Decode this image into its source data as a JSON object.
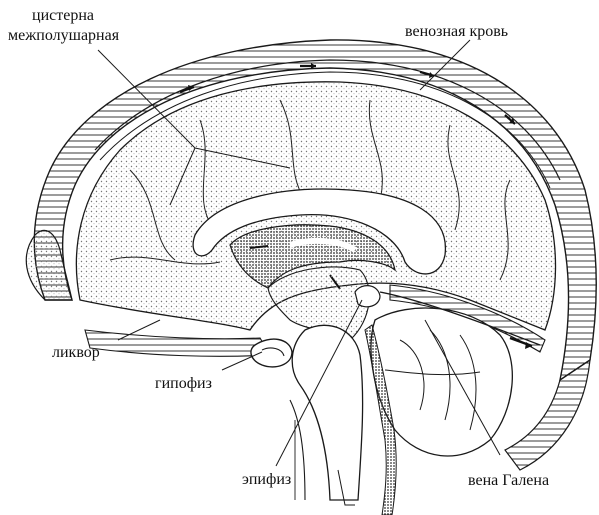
{
  "labels": {
    "cistern_line1": "цистерна",
    "cistern_line2": "межполушарная",
    "venous_blood": "венозная кровь",
    "liquor": "ликвор",
    "hypophysis": "гипофиз",
    "epiphysis": "эпифиз",
    "galen_vein": "вена Галена"
  },
  "colors": {
    "ink": "#1a1a1a",
    "stipple": "#8a8a8a",
    "ventricle_fill": "#3a3a3a",
    "paper": "#ffffff"
  }
}
